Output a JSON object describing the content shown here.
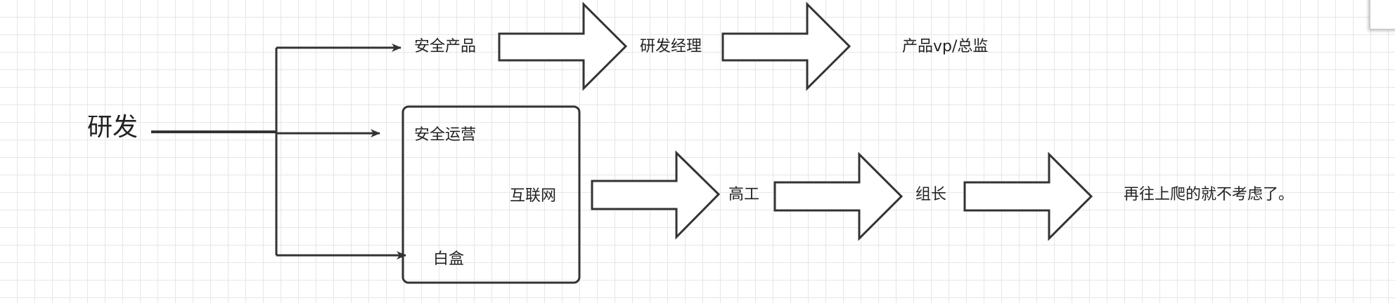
{
  "diagram": {
    "root": "研发",
    "branches": {
      "product": {
        "start": "安全产品",
        "steps": [
          "研发经理",
          "产品vp/总监"
        ]
      },
      "ops": {
        "label": "安全运营"
      },
      "group": {
        "items": [
          "互联网",
          "白盒"
        ],
        "steps": [
          "高工",
          "组长",
          "再往上爬的就不考虑了。"
        ]
      }
    }
  },
  "colors": {
    "stroke": "#333333",
    "grid": "#e6e6e6",
    "text": "#222222"
  }
}
